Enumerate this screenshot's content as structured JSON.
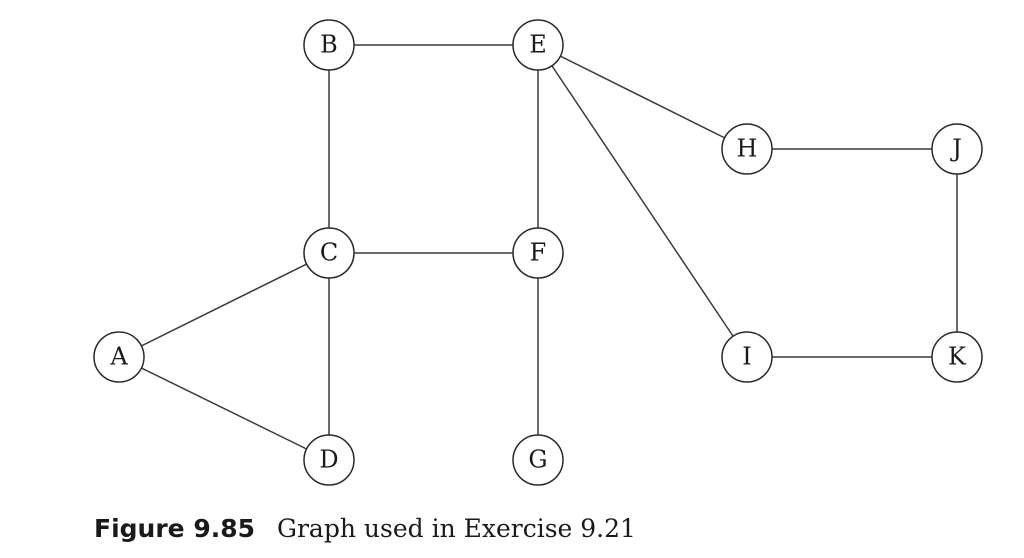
{
  "graph": {
    "nodes": [
      {
        "id": "A",
        "label": "A"
      },
      {
        "id": "B",
        "label": "B"
      },
      {
        "id": "C",
        "label": "C"
      },
      {
        "id": "D",
        "label": "D"
      },
      {
        "id": "E",
        "label": "E"
      },
      {
        "id": "F",
        "label": "F"
      },
      {
        "id": "G",
        "label": "G"
      },
      {
        "id": "H",
        "label": "H"
      },
      {
        "id": "I",
        "label": "I"
      },
      {
        "id": "J",
        "label": "J"
      },
      {
        "id": "K",
        "label": "K"
      }
    ],
    "edges": [
      [
        "A",
        "C"
      ],
      [
        "A",
        "D"
      ],
      [
        "B",
        "C"
      ],
      [
        "B",
        "E"
      ],
      [
        "C",
        "D"
      ],
      [
        "C",
        "F"
      ],
      [
        "E",
        "F"
      ],
      [
        "E",
        "H"
      ],
      [
        "E",
        "I"
      ],
      [
        "F",
        "G"
      ],
      [
        "H",
        "J"
      ],
      [
        "J",
        "K"
      ],
      [
        "I",
        "K"
      ]
    ]
  },
  "caption": {
    "label": "Figure 9.85",
    "text": "Graph used in Exercise 9.21"
  }
}
